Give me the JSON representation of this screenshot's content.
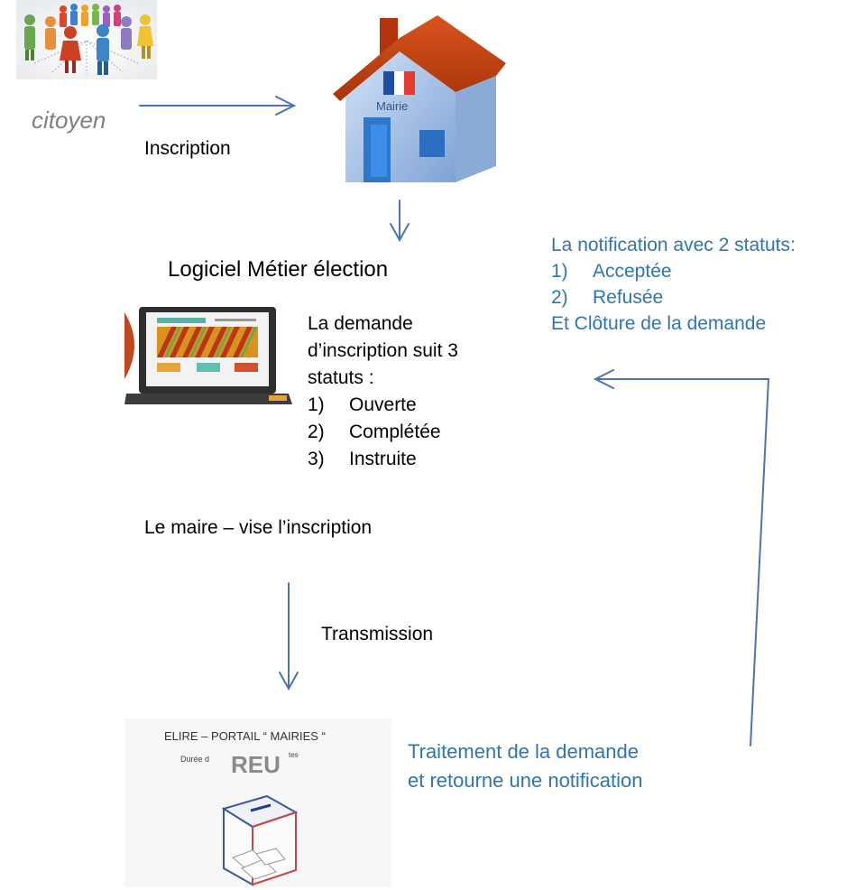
{
  "citizen": {
    "label": "citoyen"
  },
  "arrow_inscription": {
    "label": "Inscription"
  },
  "mairie": {
    "sign": "Mairie"
  },
  "software": {
    "title": "Logiciel Métier élection"
  },
  "request": {
    "intro_lines": [
      "La demande",
      "d’inscription suit 3",
      "statuts :"
    ],
    "statuses": [
      {
        "num": "1)",
        "label": "Ouverte"
      },
      {
        "num": "2)",
        "label": "Complétée"
      },
      {
        "num": "3)",
        "label": "Instruite"
      }
    ]
  },
  "mayor": {
    "text": "Le maire – vise l’inscription"
  },
  "transmission": {
    "label": "Transmission"
  },
  "reu": {
    "portal_title": "ELIRE – PORTAIL “ MAIRIES “",
    "small_left": "Durée d",
    "small_right": "tes",
    "name": "REU"
  },
  "processing": {
    "lines": [
      "Traitement de la demande",
      "et retourne une notification"
    ]
  },
  "notification": {
    "title": "La notification avec 2 statuts:",
    "statuses": [
      {
        "num": "1)",
        "label": "Acceptée"
      },
      {
        "num": "2)",
        "label": "Refusée"
      }
    ],
    "closing": "Et Clôture de la demande"
  },
  "colors": {
    "arrow": "#4a74b4",
    "notification_text": "#2e75b6",
    "roof": "#c0400f",
    "wall": "#a9c4ea",
    "door": "#2f77c9"
  }
}
